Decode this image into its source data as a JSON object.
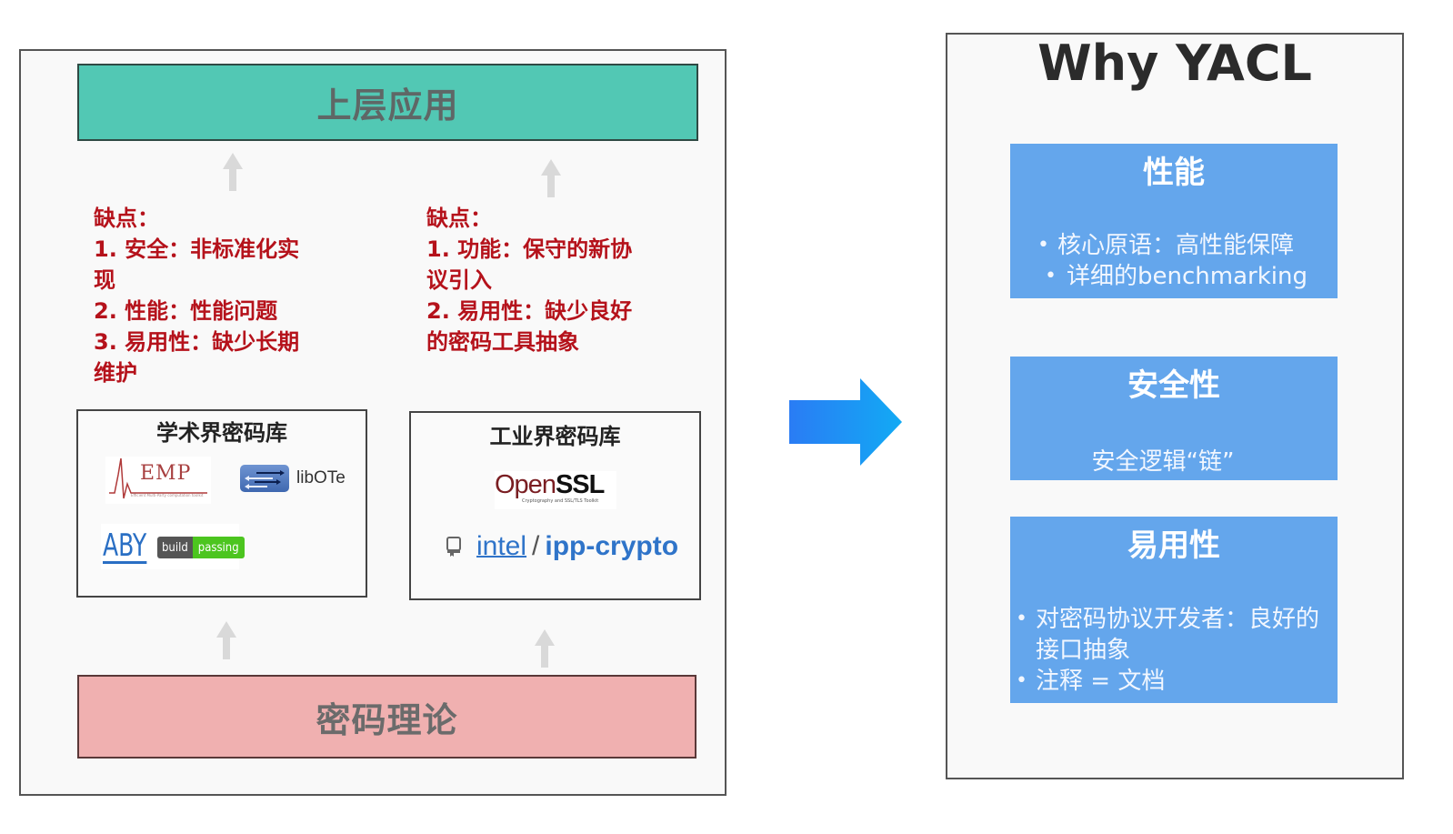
{
  "left_diagram": {
    "top_layer": "上层应用",
    "bottom_layer": "密码理论",
    "academic": {
      "title": "学术界密码库",
      "cons": "缺点：\n1. 安全：非标准化实\n现\n2. 性能：性能问题\n3. 易用性：缺少长期\n维护",
      "libraries": [
        {
          "name": "EMP",
          "subtitle": "Efficient Multi-Party computation toolkit"
        },
        {
          "name": "libOTe"
        },
        {
          "name": "ABY",
          "badge_left": "build",
          "badge_right": "passing"
        }
      ]
    },
    "industry": {
      "title": "工业界密码库",
      "cons": "缺点：\n1. 功能：保守的新协\n议引入\n2. 易用性：缺少良好\n的密码工具抽象",
      "libraries": [
        {
          "name_a": "Open",
          "name_b": "SSL",
          "subtitle": "Cryptography and SSL/TLS Toolkit"
        },
        {
          "owner": "intel",
          "separator": "/",
          "repo": "ipp-crypto"
        }
      ]
    }
  },
  "right_panel": {
    "title": "Why YACL",
    "features": [
      {
        "title": "性能",
        "bullets": [
          "核心原语：高性能保障",
          "详细的benchmarking"
        ]
      },
      {
        "title": "安全性",
        "line": "安全逻辑“链”"
      },
      {
        "title": "易用性",
        "bullets": [
          "对密码协议开发者：良好的接口抽象",
          "注释 = 文档"
        ]
      }
    ]
  },
  "colors": {
    "top_layer": "#52c8b4",
    "bottom_layer": "#f0b0b0",
    "cons_text": "#b5121b",
    "feature_box": "#64a6ec",
    "arrow_start": "#2a7cf4",
    "arrow_end": "#12aaf4"
  }
}
